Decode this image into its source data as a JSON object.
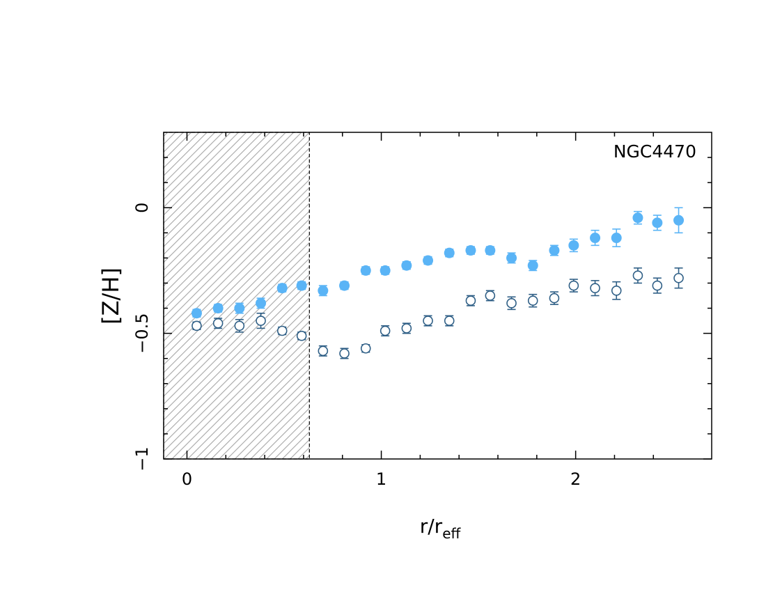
{
  "chart_data": {
    "type": "scatter",
    "annotation": "NGC4470",
    "xlabel_main": "r/r",
    "xlabel_sub": "eff",
    "ylabel": "[Z/H]",
    "xlim": [
      -0.12,
      2.7
    ],
    "ylim": [
      -1.0,
      0.3
    ],
    "x_ticks": [
      0,
      1,
      2
    ],
    "y_ticks": [
      -1,
      -0.5,
      0
    ],
    "x_tick_labels": [
      "0",
      "1",
      "2"
    ],
    "y_tick_labels": [
      "−1",
      "−0.5",
      "0"
    ],
    "shaded_region": {
      "x_start": -0.12,
      "x_end": 0.63
    },
    "colors": {
      "filled": "#5ab4f6",
      "open": "#2f5f86",
      "hatch": "#a6a6a6"
    },
    "series": [
      {
        "marker": "filled-circle",
        "x": [
          0.05,
          0.16,
          0.27,
          0.38,
          0.49,
          0.59,
          0.7,
          0.81,
          0.92,
          1.02,
          1.13,
          1.24,
          1.35,
          1.46,
          1.56,
          1.67,
          1.78,
          1.89,
          1.99,
          2.1,
          2.21,
          2.32,
          2.42,
          2.53
        ],
        "y": [
          -0.42,
          -0.4,
          -0.4,
          -0.38,
          -0.32,
          -0.31,
          -0.33,
          -0.31,
          -0.25,
          -0.25,
          -0.23,
          -0.21,
          -0.18,
          -0.17,
          -0.17,
          -0.2,
          -0.23,
          -0.17,
          -0.15,
          -0.12,
          -0.12,
          -0.04,
          -0.06,
          -0.05
        ],
        "err": [
          0.015,
          0.015,
          0.02,
          0.02,
          0.015,
          0.015,
          0.02,
          0.015,
          0.015,
          0.015,
          0.015,
          0.015,
          0.015,
          0.015,
          0.015,
          0.02,
          0.02,
          0.02,
          0.025,
          0.03,
          0.035,
          0.025,
          0.03,
          0.05
        ]
      },
      {
        "marker": "open-circle",
        "x": [
          0.05,
          0.16,
          0.27,
          0.38,
          0.49,
          0.59,
          0.7,
          0.81,
          0.92,
          1.02,
          1.13,
          1.24,
          1.35,
          1.46,
          1.56,
          1.67,
          1.78,
          1.89,
          1.99,
          2.1,
          2.21,
          2.32,
          2.42,
          2.53
        ],
        "y": [
          -0.47,
          -0.46,
          -0.47,
          -0.45,
          -0.49,
          -0.51,
          -0.57,
          -0.58,
          -0.56,
          -0.49,
          -0.48,
          -0.45,
          -0.45,
          -0.37,
          -0.35,
          -0.38,
          -0.37,
          -0.36,
          -0.31,
          -0.32,
          -0.33,
          -0.27,
          -0.31,
          -0.28
        ],
        "err": [
          0.015,
          0.02,
          0.025,
          0.03,
          0.015,
          0.015,
          0.02,
          0.02,
          0.015,
          0.02,
          0.02,
          0.02,
          0.02,
          0.02,
          0.02,
          0.025,
          0.025,
          0.025,
          0.025,
          0.03,
          0.035,
          0.03,
          0.03,
          0.04
        ]
      }
    ]
  }
}
